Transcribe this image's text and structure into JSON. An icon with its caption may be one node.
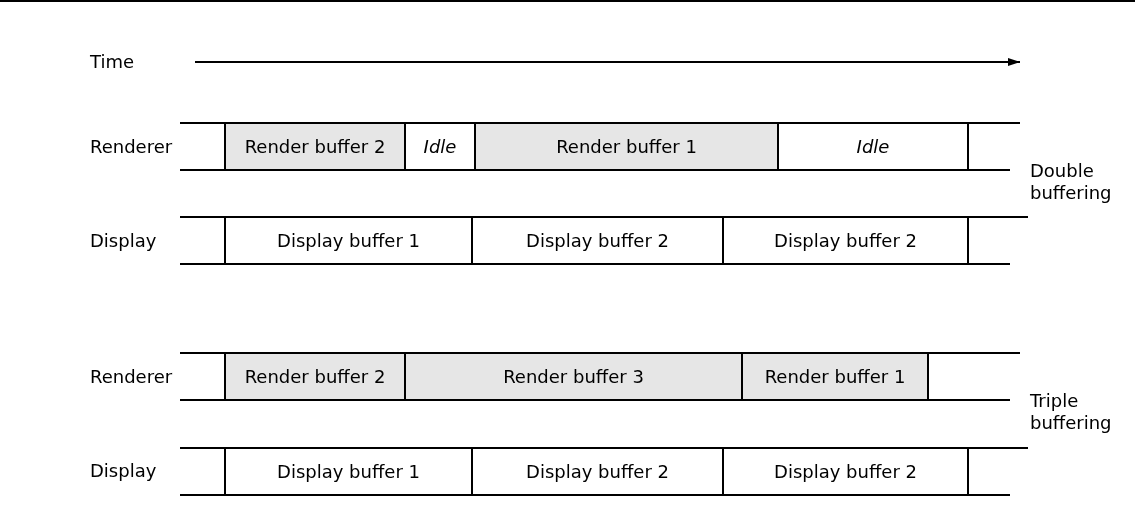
{
  "diagram": {
    "nodes": [
      {
        "text": [
          "Render buffer 2"
        ]
      },
      {
        "text": [
          "Idle"
        ]
      },
      {
        "text": [
          "Render buffer 1"
        ]
      },
      {
        "text": [
          "Idle"
        ]
      },
      {
        "text": [
          "Display buffer 1"
        ]
      },
      {
        "text": [
          "Display buffer 2"
        ]
      },
      {
        "text": [
          "Display buffer 2"
        ]
      },
      {
        "text": [
          "Render buffer 2"
        ]
      },
      {
        "text": [
          "Render buffer 3"
        ]
      },
      {
        "text": [
          "Render buffer 1"
        ]
      },
      {
        "text": [
          "Display buffer 1"
        ]
      },
      {
        "text": [
          "Display buffer 2"
        ]
      },
      {
        "text": [
          "Display buffer 2"
        ]
      }
    ],
    "edges": [],
    "labels": [
      "Time",
      "Renderer",
      "Double buffering",
      "Display",
      "Renderer",
      "Triple buffering",
      "Display"
    ]
  }
}
